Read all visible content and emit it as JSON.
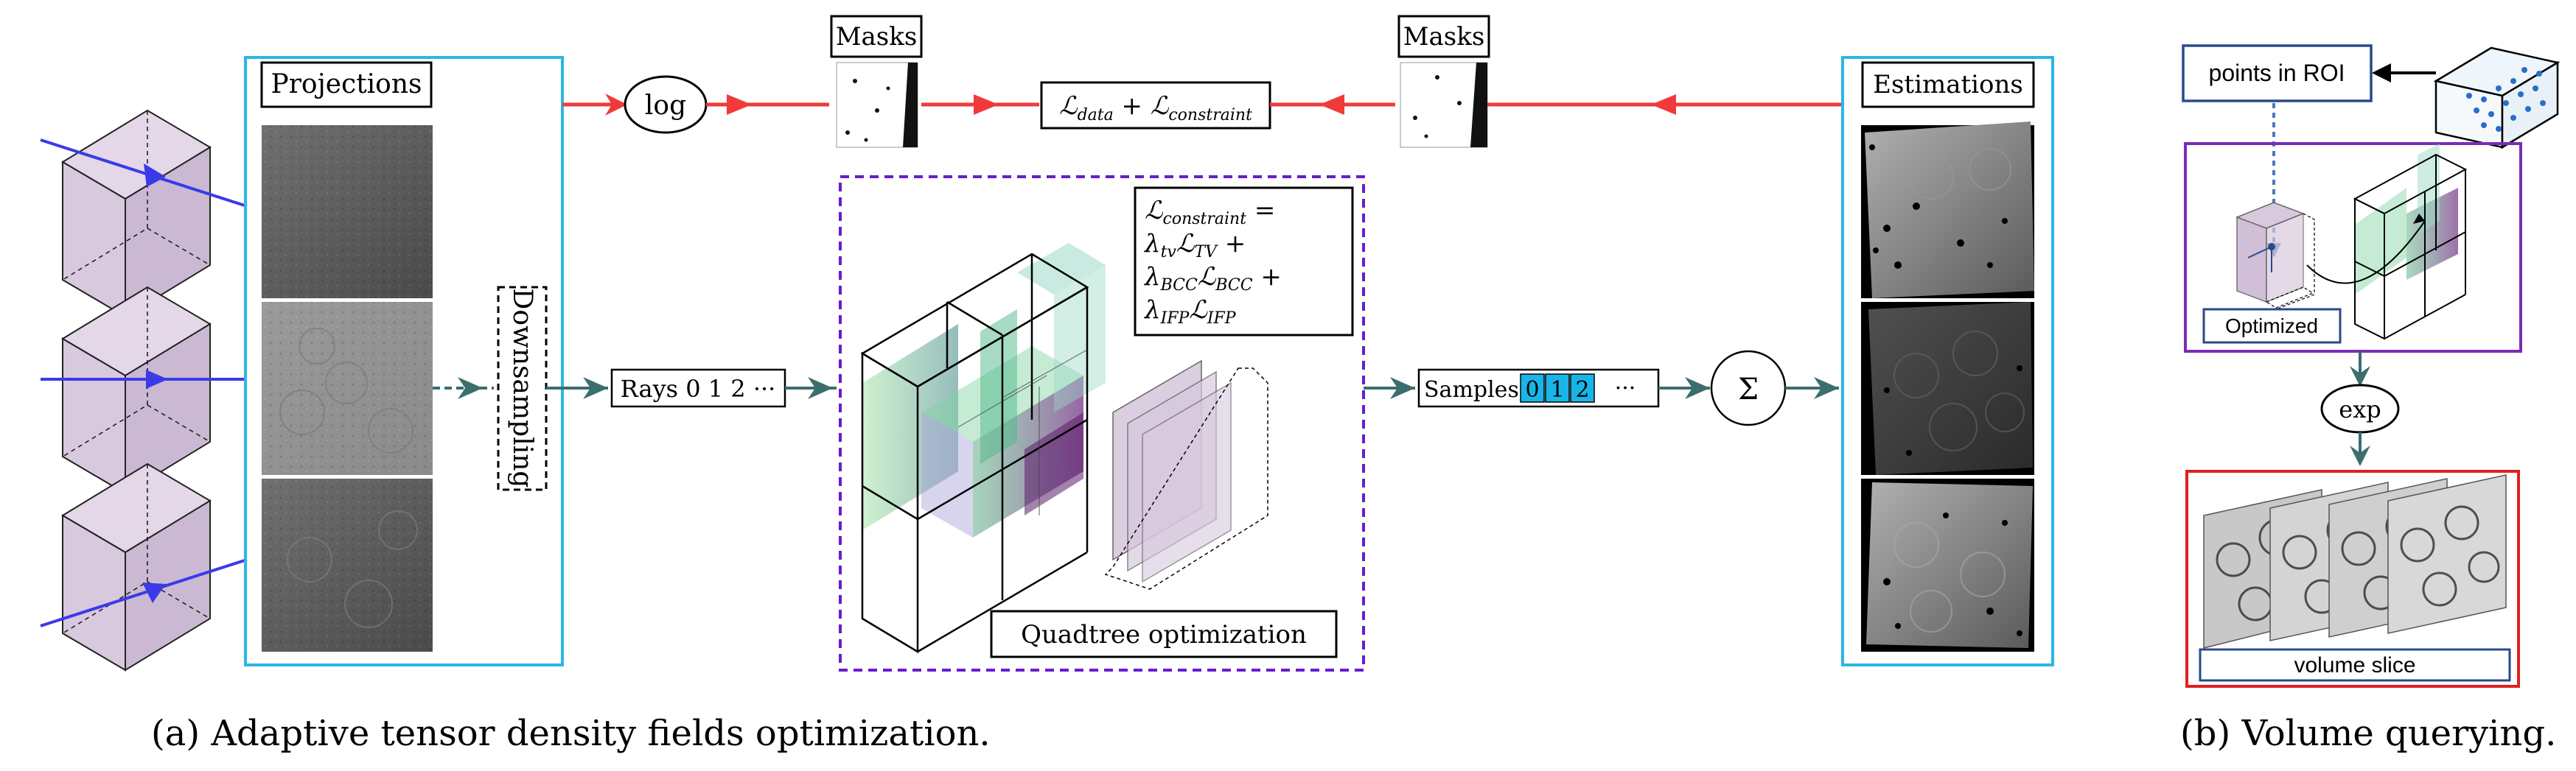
{
  "panel_a": {
    "caption": "(a) Adaptive tensor density fields optimization.",
    "projections_title": "Projections",
    "estimations_title": "Estimations",
    "downsampling": "Downsampling",
    "rays_label": "Rays 0 1 2 ···",
    "samples_label": "Samples",
    "sample_indices": [
      "0",
      "1",
      "2"
    ],
    "sample_more": "···",
    "log_label": "log",
    "masks_left": "Masks",
    "masks_right": "Masks",
    "sum_symbol": "Σ",
    "quadtree_label": "Quadtree optimization",
    "loss_main": {
      "prefix": "ℒ",
      "sub1": "data",
      "plus": " + ",
      "prefix2": "ℒ",
      "sub2": "constraint"
    },
    "constraint_lines": [
      {
        "lhs": "ℒ",
        "lhs_sub": "constraint",
        "rest": " ="
      },
      {
        "lambda": "λ",
        "sub": "tv",
        "L": "ℒ",
        "Lsub": "TV",
        "rest": " +"
      },
      {
        "lambda": "λ",
        "sub": "BCC",
        "L": "ℒ",
        "Lsub": "BCC",
        "rest": " +"
      },
      {
        "lambda": "λ",
        "sub": "IFP",
        "L": "ℒ",
        "Lsub": "IFP",
        "rest": ""
      }
    ]
  },
  "panel_b": {
    "caption": "(b) Volume querying.",
    "points_label": "points in ROI",
    "optimized_label": "Optimized",
    "exp_label": "exp",
    "slice_label": "volume slice"
  },
  "colors": {
    "cyan_frame": "#2bb6e6",
    "red_flow": "#f03a3a",
    "teal_flow": "#3b6e6e",
    "purple_dashed": "#6a1bd1",
    "purple_frame": "#7a2db3",
    "red_frame": "#e02020",
    "navy_label": "#2a4a8a",
    "blue_ray": "#3a3ae8",
    "cube_fill": "#d8c9de",
    "sample_box": "#18b6e8"
  }
}
